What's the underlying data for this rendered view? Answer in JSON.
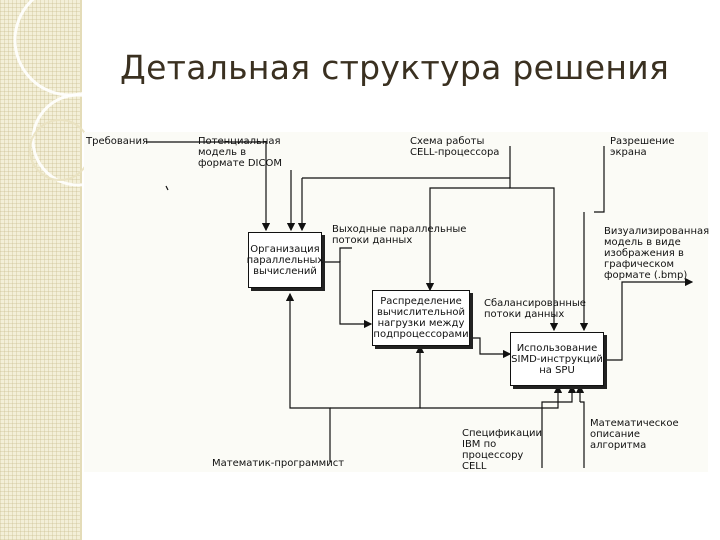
{
  "title": "Детальная структура решения",
  "diagram": {
    "blocks": [
      {
        "label": "Организация\nпараллельных\nвычислений"
      },
      {
        "label": "Распределение\nвычислительной\nнагрузки между\nподпроцессорами"
      },
      {
        "label": "Использование\nSIMD-инструкций\nна SPU"
      }
    ],
    "labels": {
      "requirements": "Требования",
      "model_dicom": "Потенциальная\nмодель в\nформате DICOM",
      "cell_scheme": "Схема работы\nCELL-процессора",
      "screen_resolution": "Разрешение\nэкрана",
      "parallel_streams": "Выходные параллельные\nпотоки данных",
      "balanced_streams": "Сбалансированные\nпотоки данных",
      "visualized_model": "Визуализированная\nмодель в виде\nизображения в\nграфическом\nформате (.bmp)",
      "math_programmer": "Математик-программист",
      "ibm_spec": "Спецификации\nIBM по\nпроцессору\nCELL",
      "math_description": "Математическое\nописание\nалгоритма"
    }
  },
  "colors": {
    "accent_strip": "#f3efd8",
    "title": "#3a3020"
  }
}
